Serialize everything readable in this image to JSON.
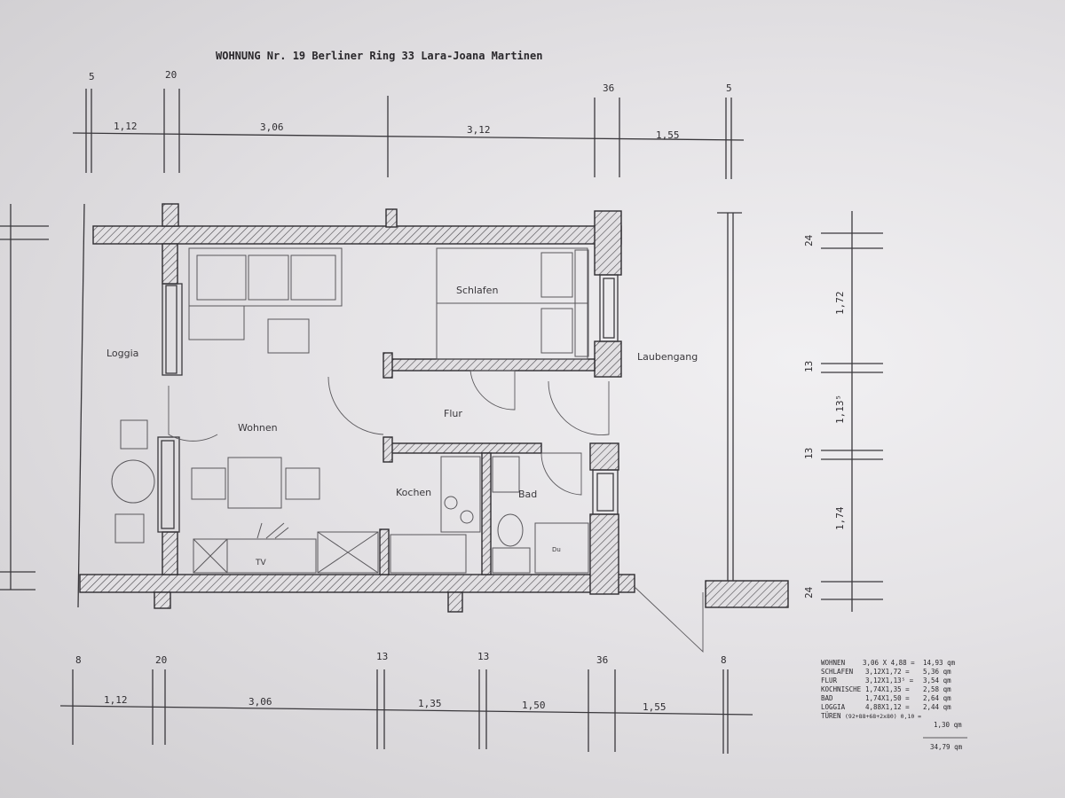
{
  "title": "WOHNUNG Nr. 19  Berliner Ring 33  Lara-Joana Martinen",
  "top_dimensions": {
    "wall_marks": [
      "5",
      "20",
      "36",
      "5"
    ],
    "lengths": [
      "1,12",
      "3,06",
      "3,12",
      "1,55"
    ]
  },
  "bottom_dimensions": {
    "wall_marks": [
      "8",
      "20",
      "13",
      "13",
      "36",
      "8"
    ],
    "lengths": [
      "1,12",
      "3,06",
      "1,35",
      "1,50",
      "1,55"
    ]
  },
  "right_dimensions": {
    "marks": [
      "24",
      "1,72",
      "13",
      "1,13⁵",
      "13",
      "1,74",
      "24"
    ]
  },
  "rooms": {
    "loggia": "Loggia",
    "wohnen": "Wohnen",
    "schlafen": "Schlafen",
    "flur": "Flur",
    "kochen": "Kochen",
    "bad": "Bad",
    "laubengang": "Laubengang",
    "tv": "TV",
    "dusche": "Du"
  },
  "area_table": {
    "rows": [
      {
        "room": "WOHNEN",
        "calc": "3,06 X 4,88 =",
        "area": "14,93 qm"
      },
      {
        "room": "SCHLAFEN",
        "calc": "3,12X1,72 =",
        "area": "5,36 qm"
      },
      {
        "room": "FLUR",
        "calc": "3,12X1,13⁵ =",
        "area": "3,54 qm"
      },
      {
        "room": "KOCHNISCHE",
        "calc": "1,74X1,35 =",
        "area": "2,58 qm"
      },
      {
        "room": "BAD",
        "calc": "1,74X1,50 =",
        "area": "2,64 qm"
      },
      {
        "room": "LOGGIA",
        "calc": "4,88X1,12 =",
        "area": "2,44 qm"
      },
      {
        "room": "TÜREN",
        "calc": "(92+88+68+2x80) 0,10 =",
        "area": "1,30 qm"
      }
    ],
    "total": "34,79 qm"
  }
}
